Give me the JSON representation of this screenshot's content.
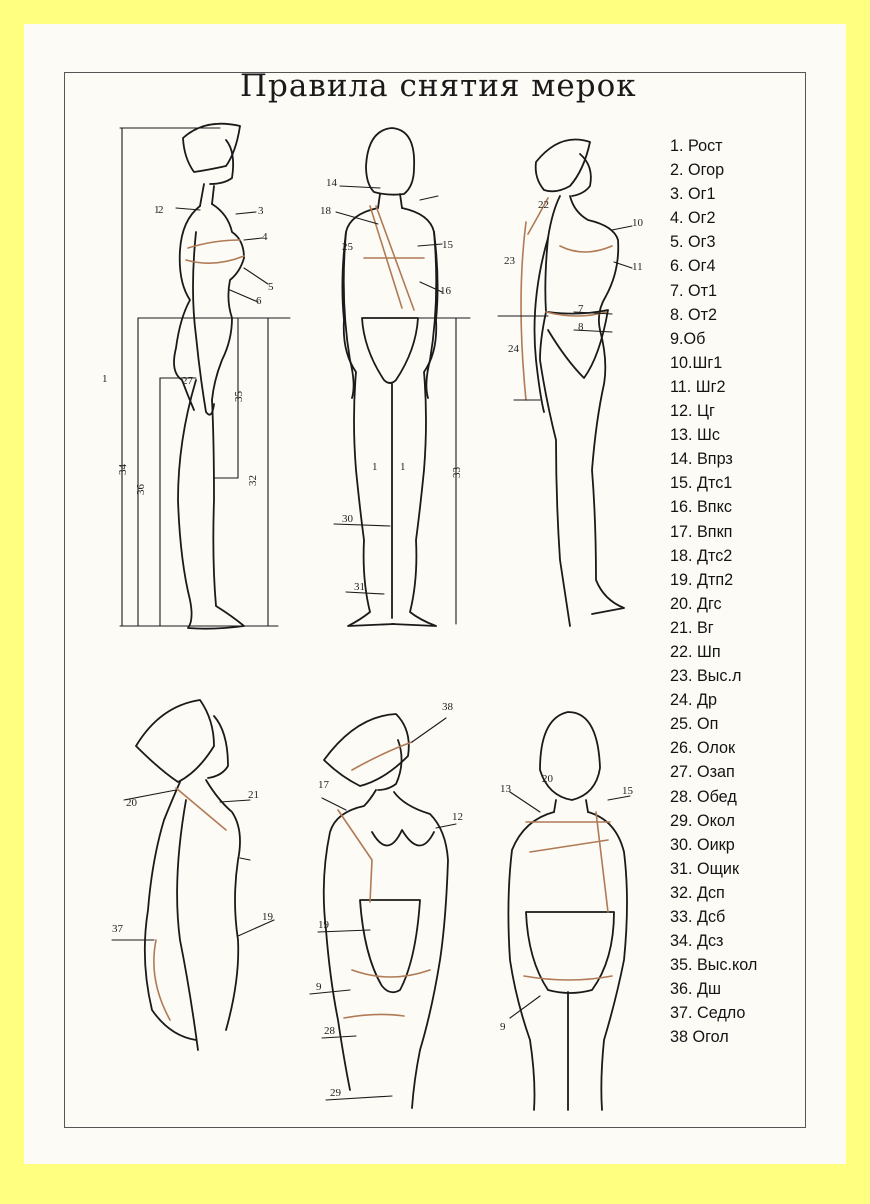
{
  "title": "Правила снятия мерок",
  "measurements": [
    "1. Рост",
    "2. Огор",
    "3. Ог1",
    "4. Ог2",
    "5. Ог3",
    "6. Ог4",
    "7. От1",
    "8. От2",
    "9.Об",
    "10.Шг1",
    "11. Шг2",
    "12. Цг",
    "13. Шс",
    "14. Впрз",
    "15. Дтс1",
    "16. Впкс",
    "17. Впкп",
    "18. Дтс2",
    "19. Дтп2",
    "20. Дгс",
    "21. Вг",
    "22. Шп",
    "23. Выс.л",
    "24. Др",
    "25. Оп",
    "26. Олок",
    "27. Озап",
    "28. Обед",
    "29. Окол",
    "30. Оикр",
    "31. Ощик",
    "32. Дсп",
    "33. Дсб",
    "34. Дсз",
    "35. Выс.кол",
    "36. Дш",
    "37. Седло",
    "38  Огол"
  ],
  "callouts": {
    "f1": [
      "1",
      "2",
      "3",
      "4",
      "5",
      "6",
      "27",
      "34",
      "35",
      "36",
      "32"
    ],
    "f2": [
      "14",
      "18",
      "25",
      "15",
      "16",
      "30",
      "31",
      "33",
      "1",
      "1"
    ],
    "f3": [
      "10",
      "11",
      "7",
      "8",
      "23",
      "24",
      "22"
    ],
    "f4": [
      "20",
      "21",
      "19",
      "37"
    ],
    "f5": [
      "38",
      "17",
      "12",
      "19",
      "9",
      "28",
      "29"
    ],
    "f6": [
      "13",
      "20",
      "15",
      "9"
    ]
  },
  "colors": {
    "background": "#ffff80",
    "paper": "#fcfbf6",
    "ink": "#1a1a1a",
    "measure": "#b07a55"
  }
}
